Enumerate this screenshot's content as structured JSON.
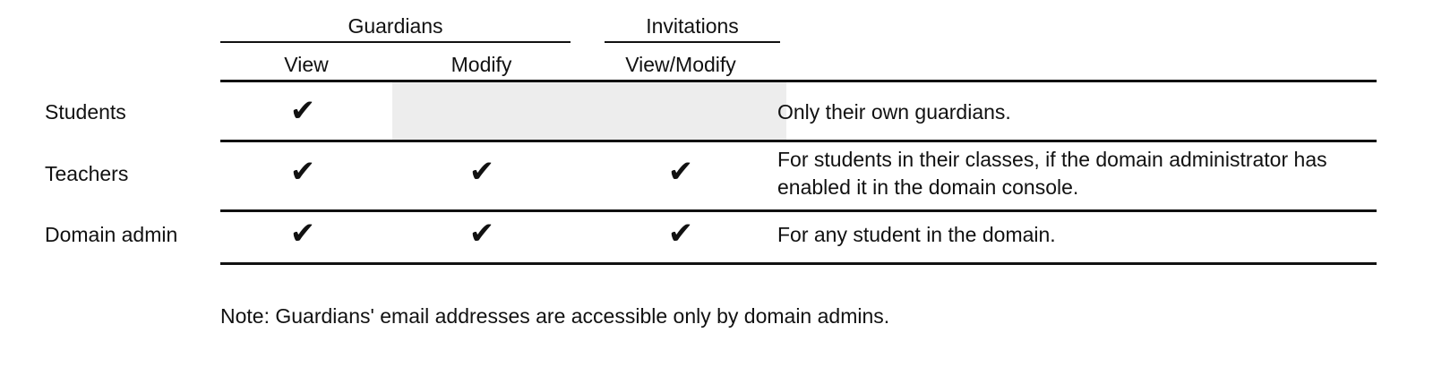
{
  "table": {
    "column_groups": [
      {
        "label": "Guardians"
      },
      {
        "label": "Invitations"
      }
    ],
    "columns": [
      {
        "label": "View"
      },
      {
        "label": "Modify"
      },
      {
        "label": "View/Modify"
      }
    ],
    "row_header_label": "",
    "rows": [
      {
        "label": "Students",
        "cells": [
          {
            "state": "check",
            "glyph": "✔"
          },
          {
            "state": "shaded",
            "glyph": ""
          },
          {
            "state": "shaded",
            "glyph": ""
          }
        ],
        "note": "Only their own guardians."
      },
      {
        "label": "Teachers",
        "cells": [
          {
            "state": "check",
            "glyph": "✔"
          },
          {
            "state": "check",
            "glyph": "✔"
          },
          {
            "state": "check",
            "glyph": "✔"
          }
        ],
        "note": "For students in their classes, if the domain administrator has enabled it in the domain console."
      },
      {
        "label": "Domain admin",
        "cells": [
          {
            "state": "check",
            "glyph": "✔"
          },
          {
            "state": "check",
            "glyph": "✔"
          },
          {
            "state": "check",
            "glyph": "✔"
          }
        ],
        "note": "For any student in the domain."
      }
    ]
  },
  "footnote": {
    "text": "Note: Guardians' email addresses are accessible only by domain admins."
  },
  "colors": {
    "background": "#ffffff",
    "text": "#111111",
    "rule": "#111111",
    "shaded_cell": "#ededed"
  }
}
